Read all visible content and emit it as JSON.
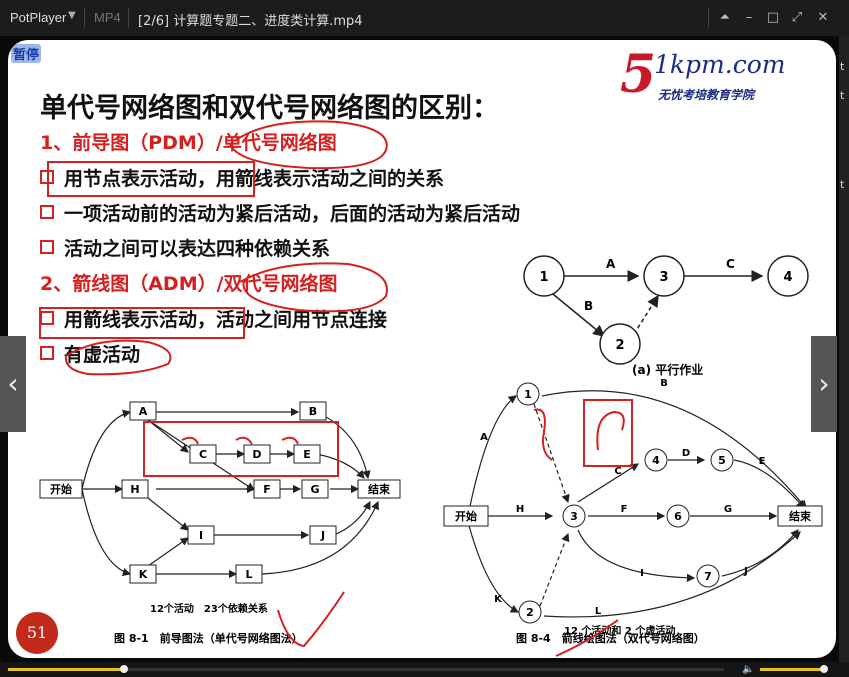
{
  "titlebar": {
    "app_name": "PotPlayer",
    "format": "MP4",
    "file_title": "[2/6] 计算题专题二、进度类计算.mp4"
  },
  "status": {
    "paused": "暂停"
  },
  "logo": {
    "number": "5",
    "domain": "1kpm.com",
    "tagline": "无忧考培教育学院"
  },
  "slide": {
    "heading": "单代号网络图和双代号网络图的区别：",
    "pdm_title": "1、前导图（PDM）/单代号网络图",
    "pdm_items": [
      "用节点表示活动，用箭线表示活动之间的关系",
      "一项活动前的活动为紧后活动，后面的活动为紧后活动",
      "活动之间可以表达四种依赖关系"
    ],
    "adm_title": "2、箭线图（ADM）/双代号网络图",
    "adm_items": [
      "用箭线表示活动，活动之间用节点连接",
      "有虚活动"
    ]
  },
  "diagram_a": {
    "nodes": [
      "1",
      "3",
      "4",
      "2"
    ],
    "edges": [
      "A",
      "C",
      "B"
    ],
    "caption": "(a) 平行作业"
  },
  "diagram_pdm": {
    "nodes": [
      "A",
      "B",
      "C",
      "D",
      "E",
      "开始",
      "H",
      "F",
      "G",
      "结束",
      "I",
      "J",
      "K",
      "L"
    ],
    "note": "12个活动　23个依赖关系",
    "caption": "图 8-1　前导图法（单代号网络图法）"
  },
  "diagram_adm": {
    "nodes": [
      "开始",
      "1",
      "3",
      "4",
      "5",
      "6",
      "7",
      "2",
      "结束"
    ],
    "edges": [
      "A",
      "B",
      "C",
      "D",
      "E",
      "H",
      "F",
      "G",
      "I",
      "J",
      "K",
      "L"
    ],
    "note": "12 个活动和 2 个虚活动",
    "caption": "图 8-4　箭线绘图法（双代号网络图）"
  },
  "badge": "51",
  "playback": {
    "position": 0.15,
    "volume": 0.9
  },
  "colors": {
    "accent": "#e6c31a",
    "red": "#d42020",
    "logo_blue": "#1c2b85"
  },
  "right_strip": [
    "t",
    "t",
    "t"
  ]
}
